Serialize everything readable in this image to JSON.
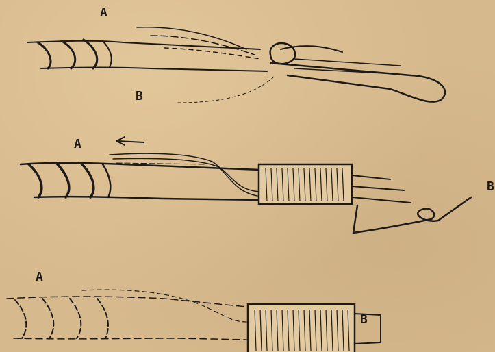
{
  "figure": {
    "panels": [
      {
        "name": "top",
        "labels": {
          "a": "A",
          "b": "B"
        }
      },
      {
        "name": "middle",
        "labels": {
          "a": "A",
          "b": "B"
        }
      },
      {
        "name": "bottom",
        "labels": {
          "a": "A",
          "b": "B"
        }
      }
    ]
  }
}
